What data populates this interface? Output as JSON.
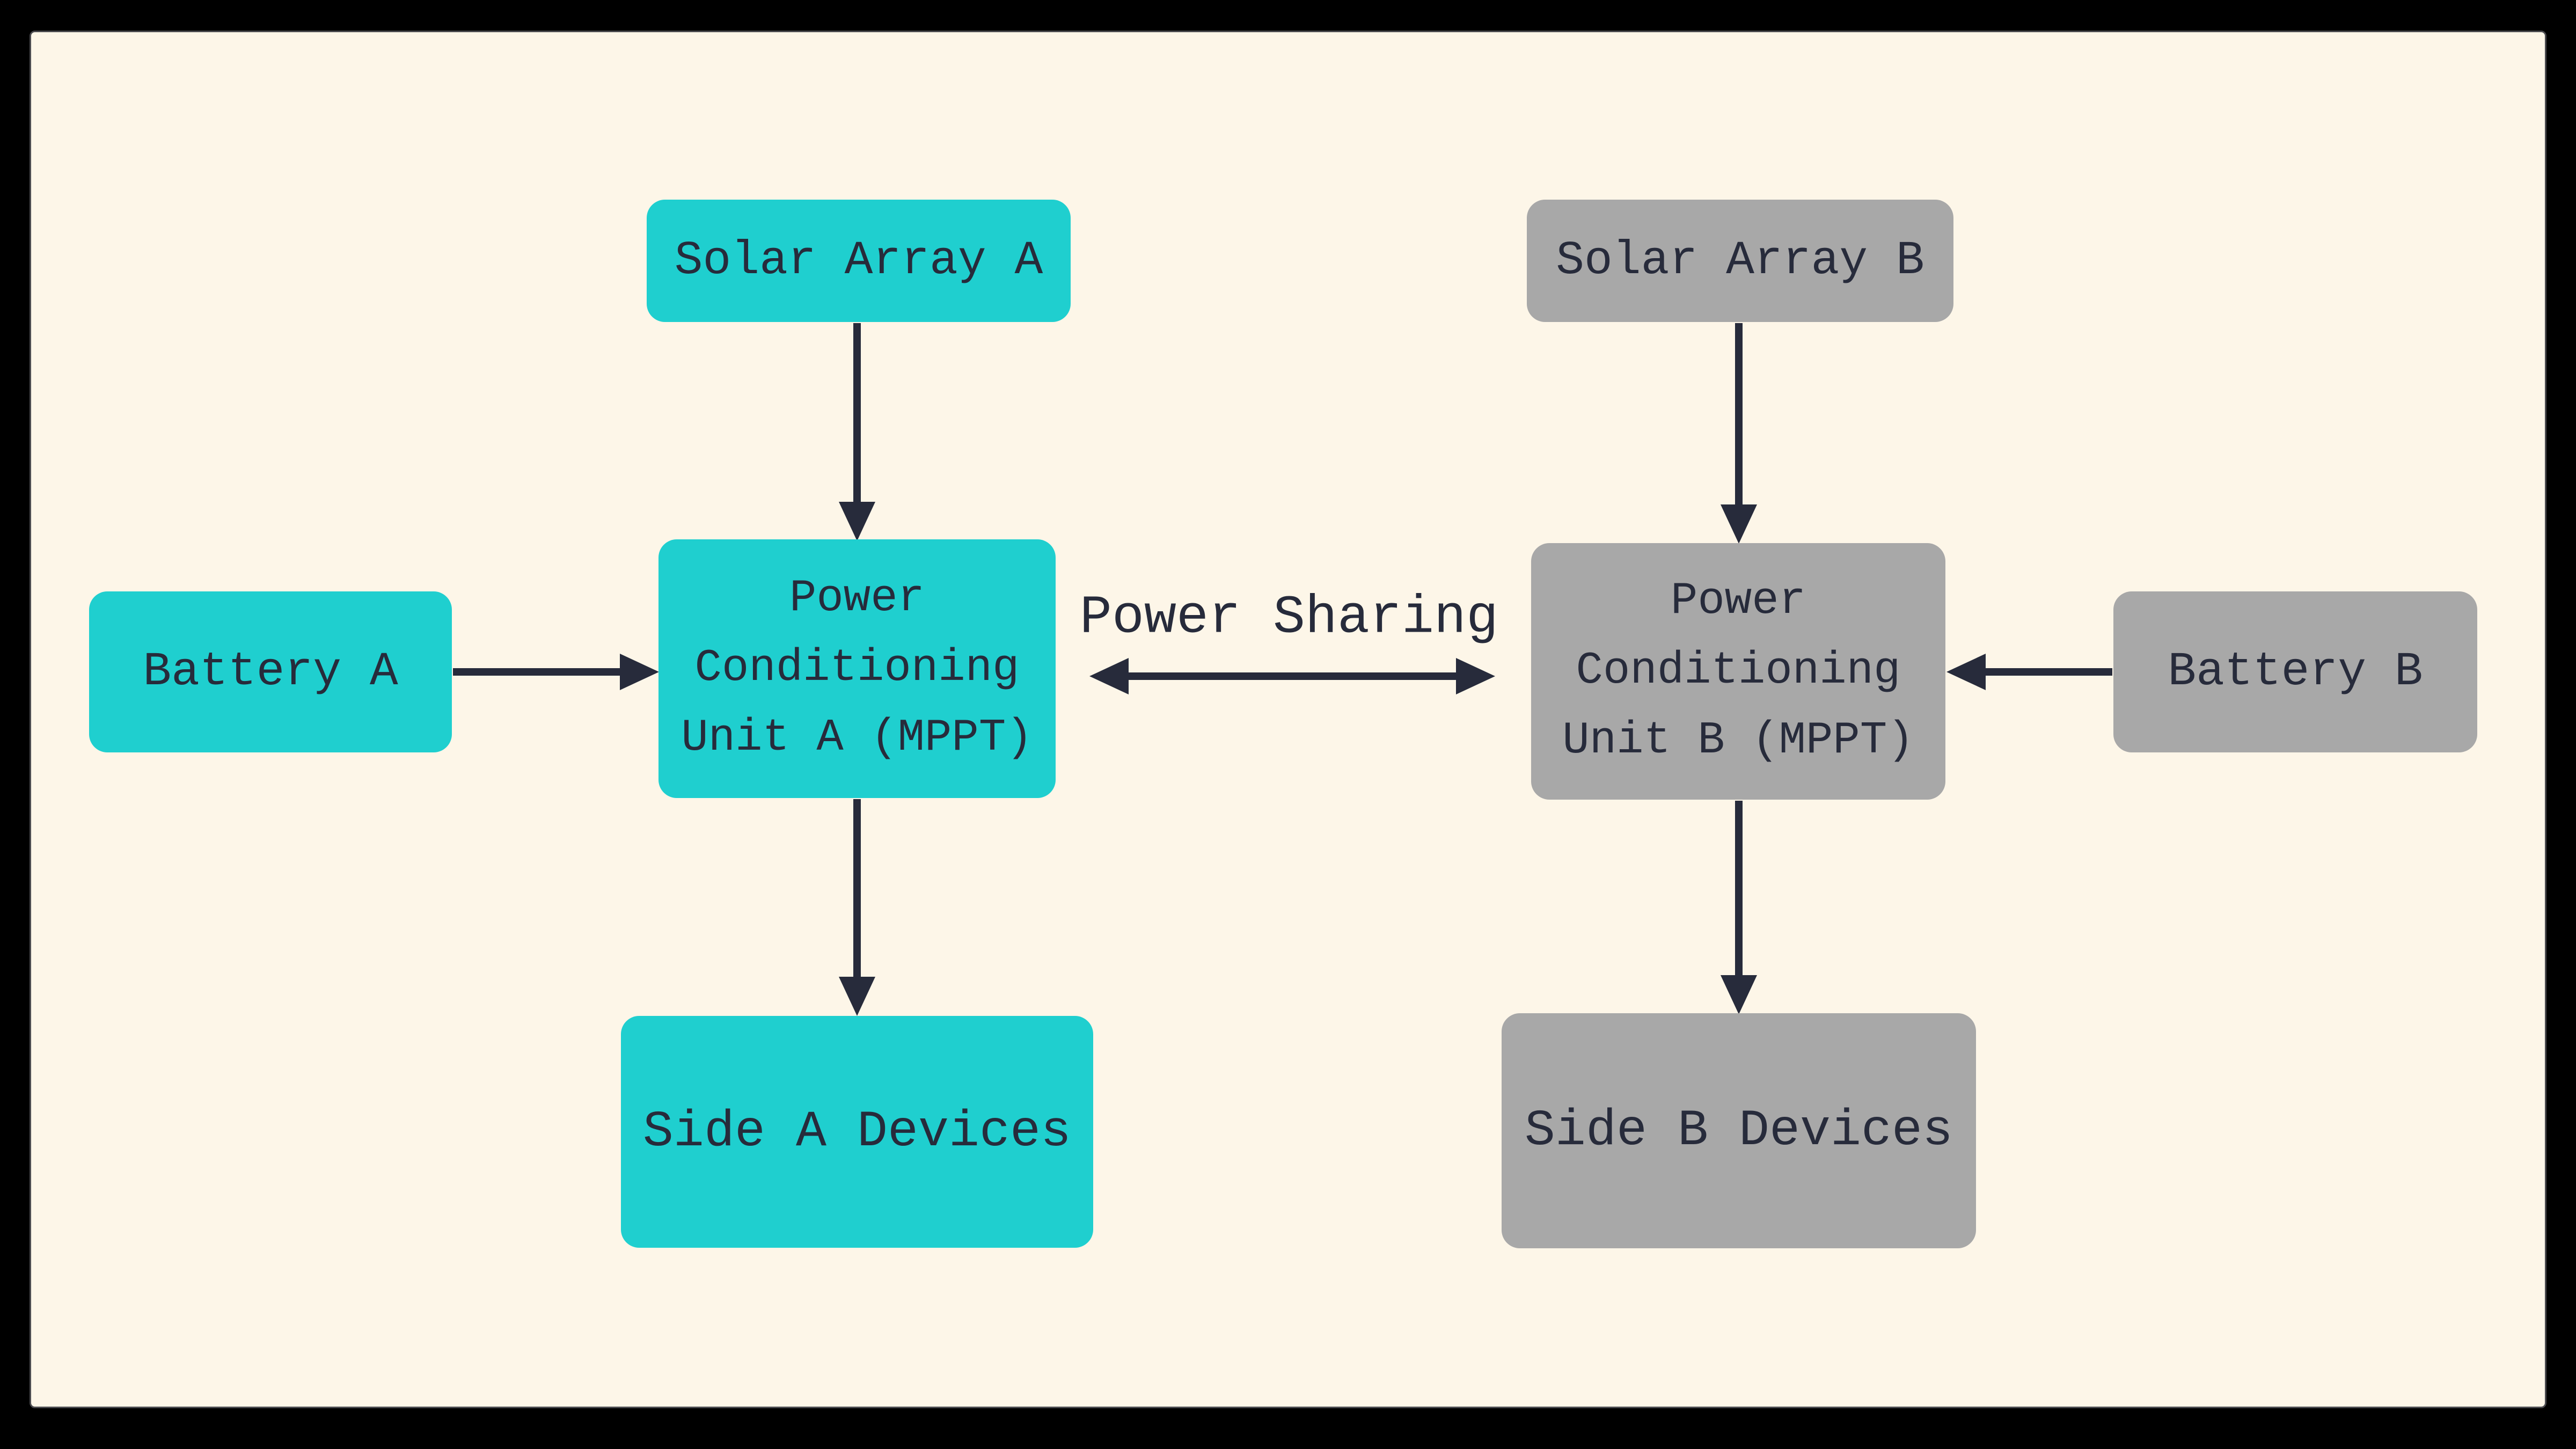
{
  "diagram": {
    "description": "Dual-side spacecraft power system block diagram",
    "nodes": {
      "solar_a": {
        "label": "Solar Array A",
        "fill": "#1FCFCF"
      },
      "battery_a": {
        "label": "Battery A",
        "fill": "#1FCFCF"
      },
      "pcu_a": {
        "label": "Power Conditioning Unit A (MPPT)",
        "fill": "#1FCFCF"
      },
      "side_a": {
        "label": "Side A Devices",
        "fill": "#1FCFCF"
      },
      "solar_b": {
        "label": "Solar Array B",
        "fill": "#A8A8A8"
      },
      "battery_b": {
        "label": "Battery B",
        "fill": "#A8A8A8"
      },
      "pcu_b": {
        "label": "Power Conditioning Unit B (MPPT)",
        "fill": "#A8A8A8"
      },
      "side_b": {
        "label": "Side B Devices",
        "fill": "#A8A8A8"
      }
    },
    "edges": [
      {
        "from": "solar_a",
        "to": "pcu_a",
        "direction": "one-way"
      },
      {
        "from": "battery_a",
        "to": "pcu_a",
        "direction": "one-way"
      },
      {
        "from": "pcu_a",
        "to": "side_a",
        "direction": "one-way"
      },
      {
        "from": "solar_b",
        "to": "pcu_b",
        "direction": "one-way"
      },
      {
        "from": "battery_b",
        "to": "pcu_b",
        "direction": "one-way"
      },
      {
        "from": "pcu_b",
        "to": "side_b",
        "direction": "one-way"
      },
      {
        "from": "pcu_a",
        "to": "pcu_b",
        "direction": "two-way",
        "label": "Power Sharing"
      }
    ],
    "labels": {
      "power_sharing": "Power Sharing"
    },
    "colors": {
      "frame": "#000000",
      "panel_background": "#FDF6E8",
      "ink": "#272B3B",
      "side_a_fill": "#1FCFCF",
      "side_b_fill": "#A8A8A8"
    }
  }
}
